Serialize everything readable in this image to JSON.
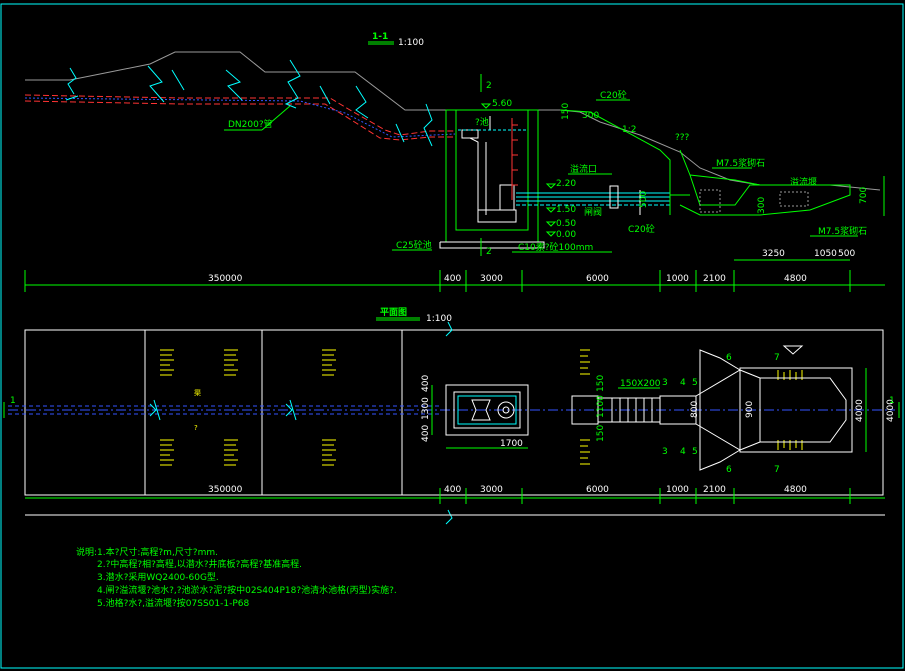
{
  "section": {
    "title": "1-1",
    "scale": "1:100"
  },
  "plan": {
    "title": "平面图",
    "scale": "1:100"
  },
  "section_labels": {
    "pipe": "DN200?管",
    "elev_top": "5.60",
    "elev_220": "2.20",
    "elev_150": "1.50",
    "elev_050": "0.50",
    "elev_000": "0.00",
    "c20_top": "C20砼",
    "c20_bottom": "C20砼",
    "c25": "C25砼池",
    "c10": "C10素?砼100mm",
    "m75_1": "M7.5浆砌石",
    "m75_2": "M7.5浆砌石",
    "small_1": "?池",
    "small_2": "溢流口",
    "small_3": "闸阀",
    "small_4": "溢流堰",
    "dim_150a": "150",
    "dim_300a": "300",
    "dim_500": "500",
    "dim_300b": "300",
    "dim_700": "700",
    "qmarks": "???",
    "slope": "1:2",
    "mark_2a": "2",
    "mark_2b": "2"
  },
  "section_dims": {
    "d350000": "350000",
    "d400": "400",
    "d3000": "3000",
    "d6000": "6000",
    "d1000": "1000",
    "d2100": "2100",
    "d4800": "4800",
    "d3250": "3250",
    "d1050": "1050",
    "d500": "500"
  },
  "plan_dims": {
    "d350000": "350000",
    "d400": "400",
    "d3000": "3000",
    "d6000": "6000",
    "d1000": "1000",
    "d2100": "2100",
    "d4800": "4800",
    "d1700": "1700",
    "d400a": "400",
    "d1300": "1300",
    "d400b": "400",
    "d150a": "150",
    "d1100": "1100",
    "d150b": "150",
    "d150x200": "150X200",
    "d800": "800",
    "d900": "900",
    "d4000a": "4000",
    "d4000b": "4000"
  },
  "plan_marks": {
    "m1l": "1",
    "m1r": "1",
    "m3t": "3",
    "m4t": "4",
    "m5t": "5",
    "m6t": "6",
    "m7t": "7",
    "m3b": "3",
    "m4b": "4",
    "m5b": "5",
    "m6b": "6",
    "m7b": "7",
    "m_left_top": "渠",
    "m_left_bot": "?"
  },
  "notes": {
    "title": "说明:",
    "lines": [
      "1.本?尺寸:高程?m,尺寸?mm.",
      "2.?中高程?相?高程,以潜水?井底板?高程?基准高程.",
      "3.潜水?采用WQ2400-60G型.",
      "4.闸?溢流堰?池水?,?池淤水?泥?按中02S404P18?池清水池格(丙型)实施?.",
      "5.池格?水?,溢流堰?按07SS01-1-P68"
    ]
  },
  "colors": {
    "background": "#000000",
    "frame": "#00ffff",
    "lines": "#00ff00",
    "text": "#ffffff",
    "pipe": "#ff3333",
    "pipe_center": "#3355ff",
    "ticks": "#ffff00"
  }
}
